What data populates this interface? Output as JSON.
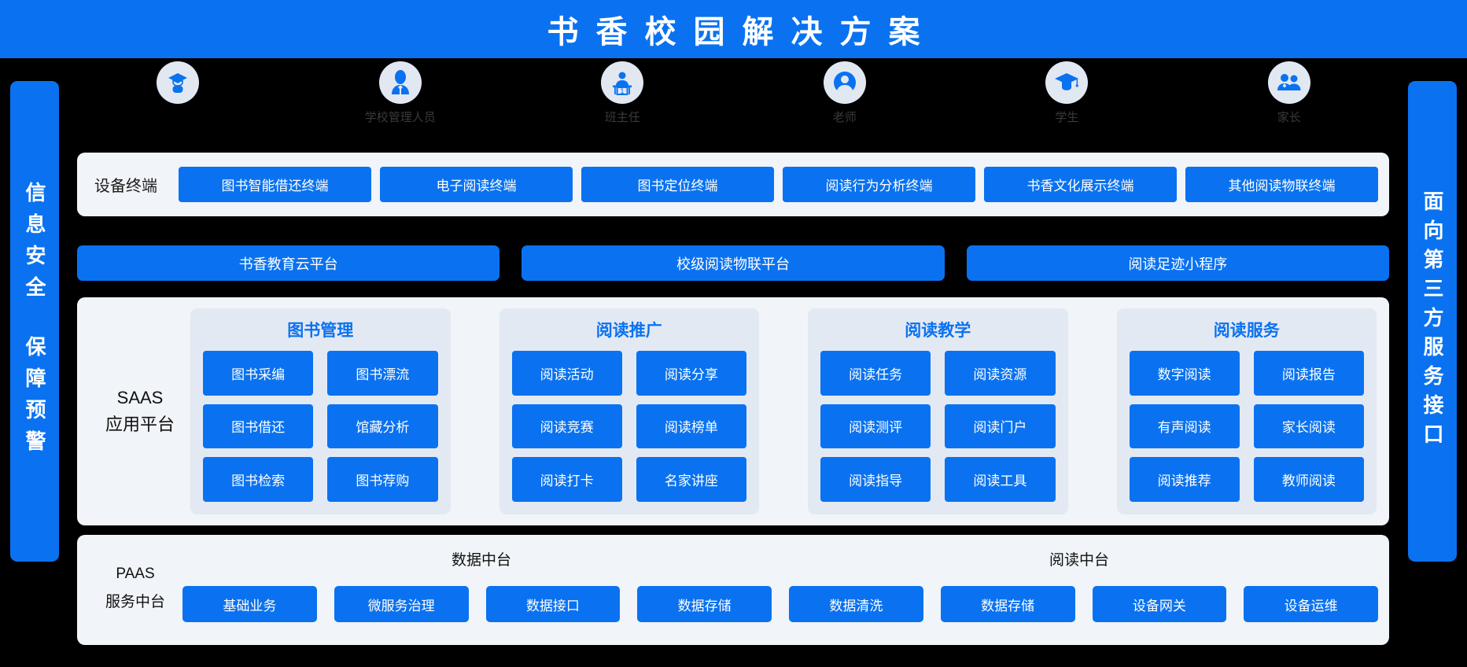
{
  "header": {
    "title": "书香校园解决方案"
  },
  "theme": {
    "primary_blue": "#0a72f0",
    "panel_bg": "#f1f4f8",
    "group_bg": "#e3e9f3",
    "badge_bg": "#e2e8f2",
    "page_bg": "#000000",
    "text_dark": "#1c1c1c"
  },
  "rails": {
    "left": {
      "groups": [
        "信息安全",
        "保障预警"
      ]
    },
    "right": {
      "groups": [
        "面向第三方服务接口"
      ]
    }
  },
  "roles": [
    {
      "label": "",
      "icon": "graduate-avatar-icon"
    },
    {
      "label": "学校管理人员",
      "icon": "administrator-icon"
    },
    {
      "label": "班主任",
      "icon": "teacher-podium-icon"
    },
    {
      "label": "老师",
      "icon": "person-circle-icon"
    },
    {
      "label": "学生",
      "icon": "graduation-cap-icon"
    },
    {
      "label": "家长",
      "icon": "parents-icon"
    }
  ],
  "device_row": {
    "label": "设备终端",
    "items": [
      "图书智能借还终端",
      "电子阅读终端",
      "图书定位终端",
      "阅读行为分析终端",
      "书香文化展示终端",
      "其他阅读物联终端"
    ]
  },
  "platform_row": {
    "items": [
      "书香教育云平台",
      "校级阅读物联平台",
      "阅读足迹小程序"
    ]
  },
  "saas": {
    "label_line1": "SAAS",
    "label_line2": "应用平台",
    "groups": [
      {
        "title": "图书管理",
        "items": [
          "图书采编",
          "图书漂流",
          "图书借还",
          "馆藏分析",
          "图书检索",
          "图书荐购"
        ]
      },
      {
        "title": "阅读推广",
        "items": [
          "阅读活动",
          "阅读分享",
          "阅读竞赛",
          "阅读榜单",
          "阅读打卡",
          "名家讲座"
        ]
      },
      {
        "title": "阅读教学",
        "items": [
          "阅读任务",
          "阅读资源",
          "阅读测评",
          "阅读门户",
          "阅读指导",
          "阅读工具"
        ]
      },
      {
        "title": "阅读服务",
        "items": [
          "数字阅读",
          "阅读报告",
          "有声阅读",
          "家长阅读",
          "阅读推荐",
          "教师阅读"
        ]
      }
    ]
  },
  "paas": {
    "label_line1": "PAAS",
    "label_line2": "服务中台",
    "headings": [
      "数据中台",
      "阅读中台"
    ],
    "items": [
      "基础业务",
      "微服务治理",
      "数据接口",
      "数据存储",
      "数据清洗",
      "数据存储",
      "设备网关",
      "设备运维"
    ]
  }
}
